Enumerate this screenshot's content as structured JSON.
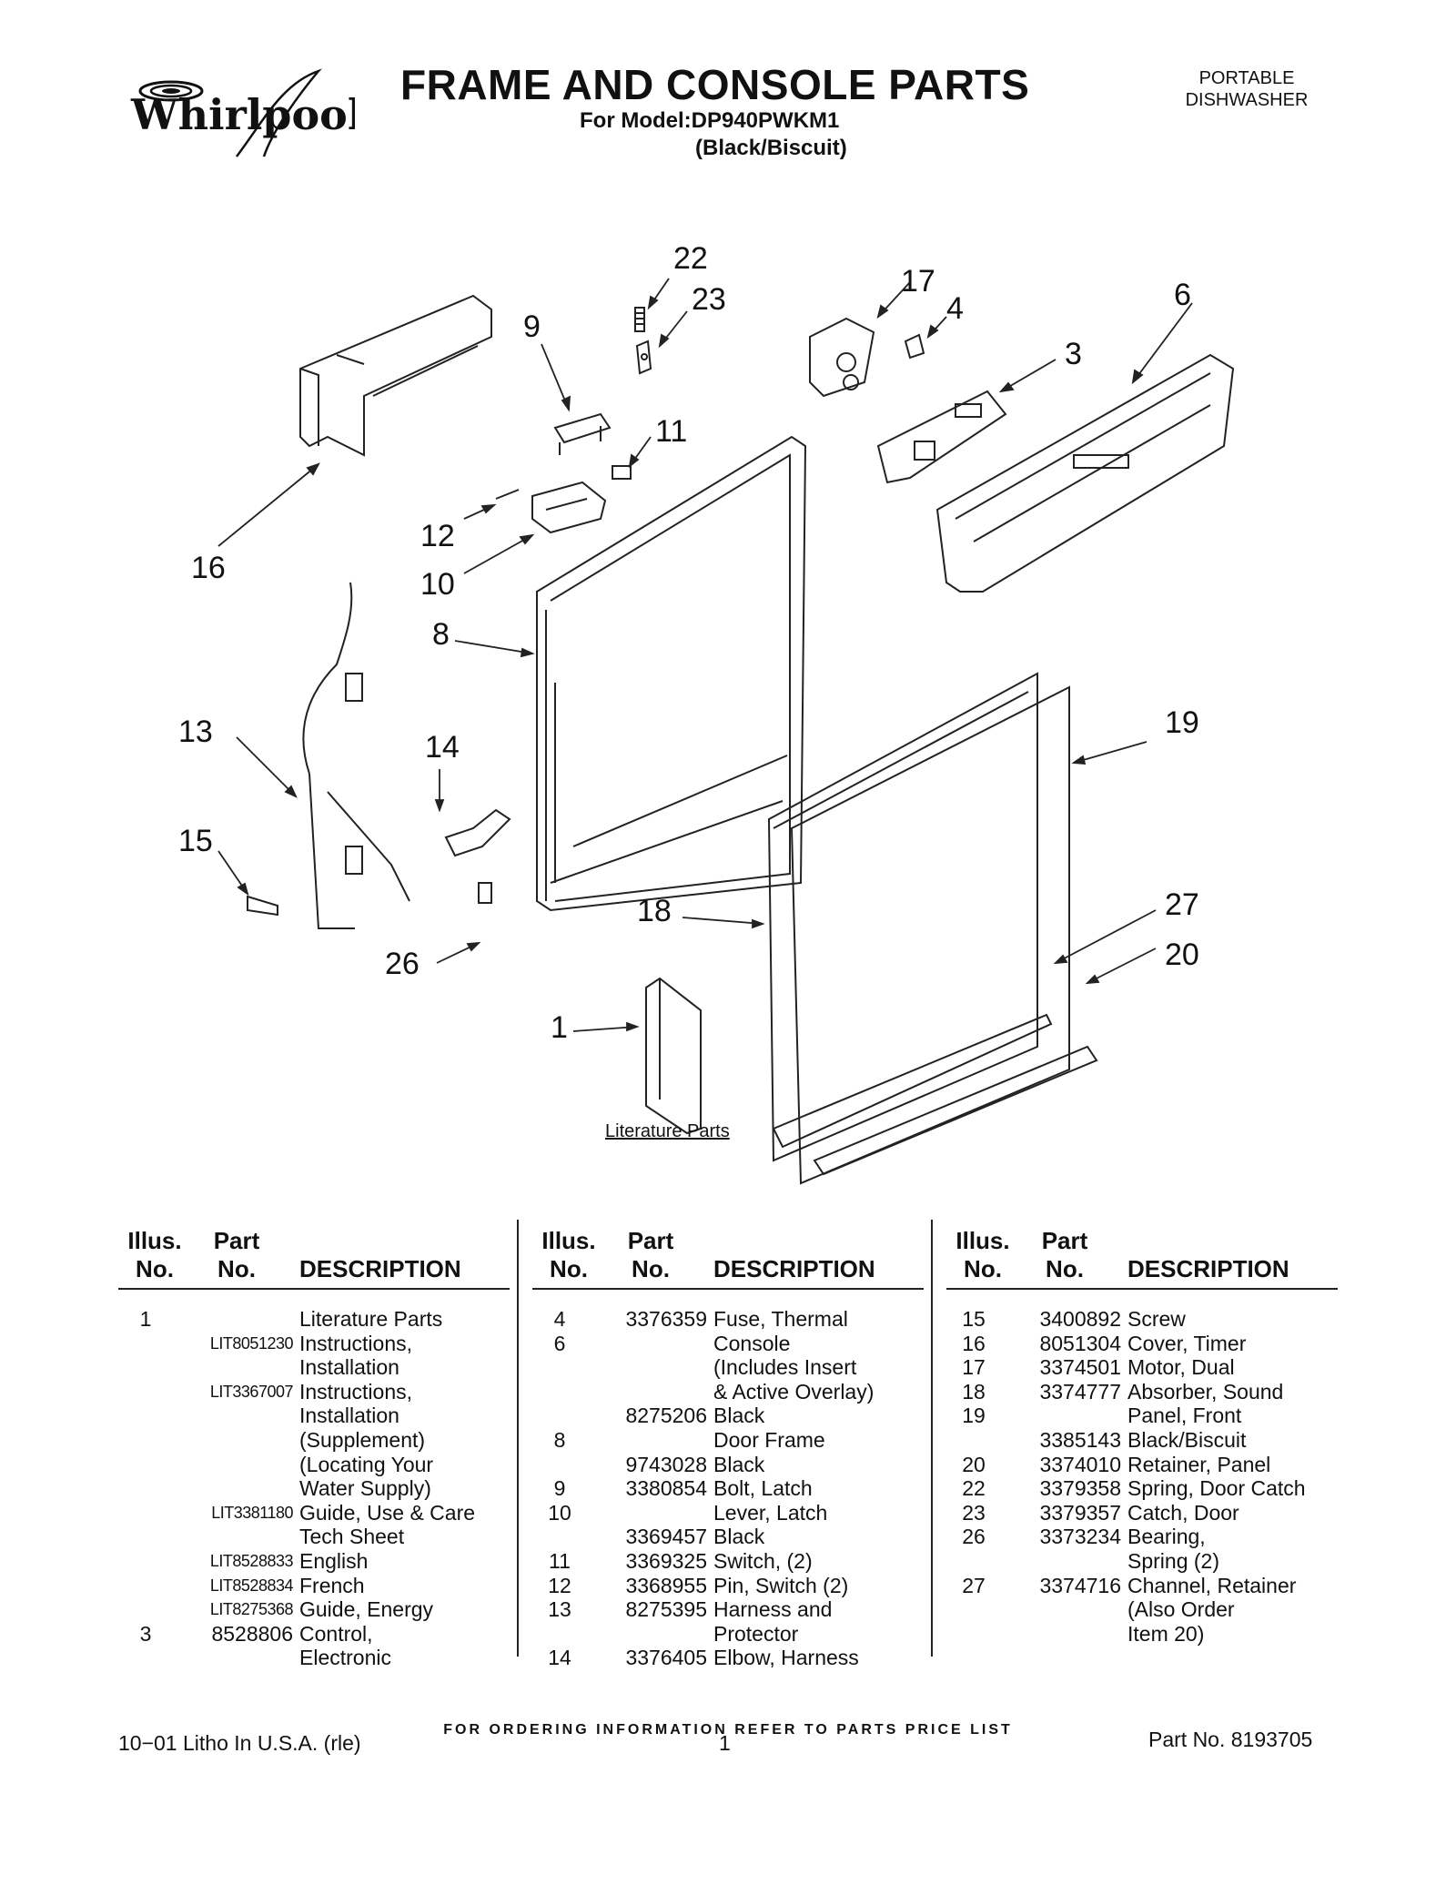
{
  "header": {
    "brand": "Whirlpool",
    "title": "FRAME AND CONSOLE PARTS",
    "model_line": "For Model:DP940PWKM1",
    "color_line": "(Black/Biscuit)",
    "product_type_line1": "PORTABLE",
    "product_type_line2": "DISHWASHER"
  },
  "diagram": {
    "callouts": [
      "22",
      "17",
      "23",
      "4",
      "6",
      "9",
      "3",
      "11",
      "16",
      "12",
      "10",
      "8",
      "13",
      "14",
      "19",
      "15",
      "18",
      "27",
      "26",
      "20",
      "1"
    ],
    "literature_label": "Literature Parts"
  },
  "table": {
    "headers": {
      "illus_line1": "Illus.",
      "illus_line2": "No.",
      "part_line1": "Part",
      "part_line2": "No.",
      "description": "DESCRIPTION"
    },
    "columns": [
      [
        {
          "illus": "1",
          "part": "",
          "desc": "Literature Parts"
        },
        {
          "illus": "",
          "part": "LIT8051230",
          "desc": "Instructions,"
        },
        {
          "illus": "",
          "part": "",
          "desc": "Installation"
        },
        {
          "illus": "",
          "part": "LIT3367007",
          "desc": "Instructions,"
        },
        {
          "illus": "",
          "part": "",
          "desc": "Installation"
        },
        {
          "illus": "",
          "part": "",
          "desc": "(Supplement)"
        },
        {
          "illus": "",
          "part": "",
          "desc": "(Locating Your"
        },
        {
          "illus": "",
          "part": "",
          "desc": "Water Supply)"
        },
        {
          "illus": "",
          "part": "LIT3381180",
          "desc": "Guide, Use & Care"
        },
        {
          "illus": "",
          "part": "",
          "desc": "Tech Sheet"
        },
        {
          "illus": "",
          "part": "LIT8528833",
          "desc": "English"
        },
        {
          "illus": "",
          "part": "LIT8528834",
          "desc": "French"
        },
        {
          "illus": "",
          "part": "LIT8275368",
          "desc": "Guide, Energy"
        },
        {
          "illus": "3",
          "part": "8528806",
          "desc": "Control,"
        },
        {
          "illus": "",
          "part": "",
          "desc": "Electronic"
        }
      ],
      [
        {
          "illus": "4",
          "part": "3376359",
          "desc": "Fuse, Thermal"
        },
        {
          "illus": "6",
          "part": "",
          "desc": "Console"
        },
        {
          "illus": "",
          "part": "",
          "desc": "(Includes Insert"
        },
        {
          "illus": "",
          "part": "",
          "desc": "& Active Overlay)"
        },
        {
          "illus": "",
          "part": "8275206",
          "desc": "Black"
        },
        {
          "illus": "8",
          "part": "",
          "desc": "Door Frame"
        },
        {
          "illus": "",
          "part": "9743028",
          "desc": "Black"
        },
        {
          "illus": "9",
          "part": "3380854",
          "desc": "Bolt, Latch"
        },
        {
          "illus": "10",
          "part": "",
          "desc": "Lever, Latch"
        },
        {
          "illus": "",
          "part": "3369457",
          "desc": "Black"
        },
        {
          "illus": "11",
          "part": "3369325",
          "desc": "Switch, (2)"
        },
        {
          "illus": "12",
          "part": "3368955",
          "desc": "Pin, Switch (2)"
        },
        {
          "illus": "13",
          "part": "8275395",
          "desc": "Harness and"
        },
        {
          "illus": "",
          "part": "",
          "desc": "Protector"
        },
        {
          "illus": "14",
          "part": "3376405",
          "desc": "Elbow, Harness"
        }
      ],
      [
        {
          "illus": "15",
          "part": "3400892",
          "desc": "Screw"
        },
        {
          "illus": "16",
          "part": "8051304",
          "desc": "Cover, Timer"
        },
        {
          "illus": "17",
          "part": "3374501",
          "desc": "Motor, Dual"
        },
        {
          "illus": "18",
          "part": "3374777",
          "desc": "Absorber, Sound"
        },
        {
          "illus": "19",
          "part": "",
          "desc": "Panel, Front"
        },
        {
          "illus": "",
          "part": "3385143",
          "desc": "Black/Biscuit"
        },
        {
          "illus": "20",
          "part": "3374010",
          "desc": "Retainer, Panel"
        },
        {
          "illus": "22",
          "part": "3379358",
          "desc": "Spring, Door Catch"
        },
        {
          "illus": "23",
          "part": "3379357",
          "desc": "Catch, Door"
        },
        {
          "illus": "26",
          "part": "3373234",
          "desc": "Bearing,"
        },
        {
          "illus": "",
          "part": "",
          "desc": "Spring (2)"
        },
        {
          "illus": "27",
          "part": "3374716",
          "desc": "Channel, Retainer"
        },
        {
          "illus": "",
          "part": "",
          "desc": "(Also Order"
        },
        {
          "illus": "",
          "part": "",
          "desc": "Item 20)"
        }
      ]
    ]
  },
  "footer": {
    "ordering_note": "FOR ORDERING INFORMATION REFER TO PARTS PRICE LIST",
    "litho": "10−01 Litho In U.S.A. (rle)",
    "page_number": "1",
    "part_number": "Part No. 8193705"
  }
}
